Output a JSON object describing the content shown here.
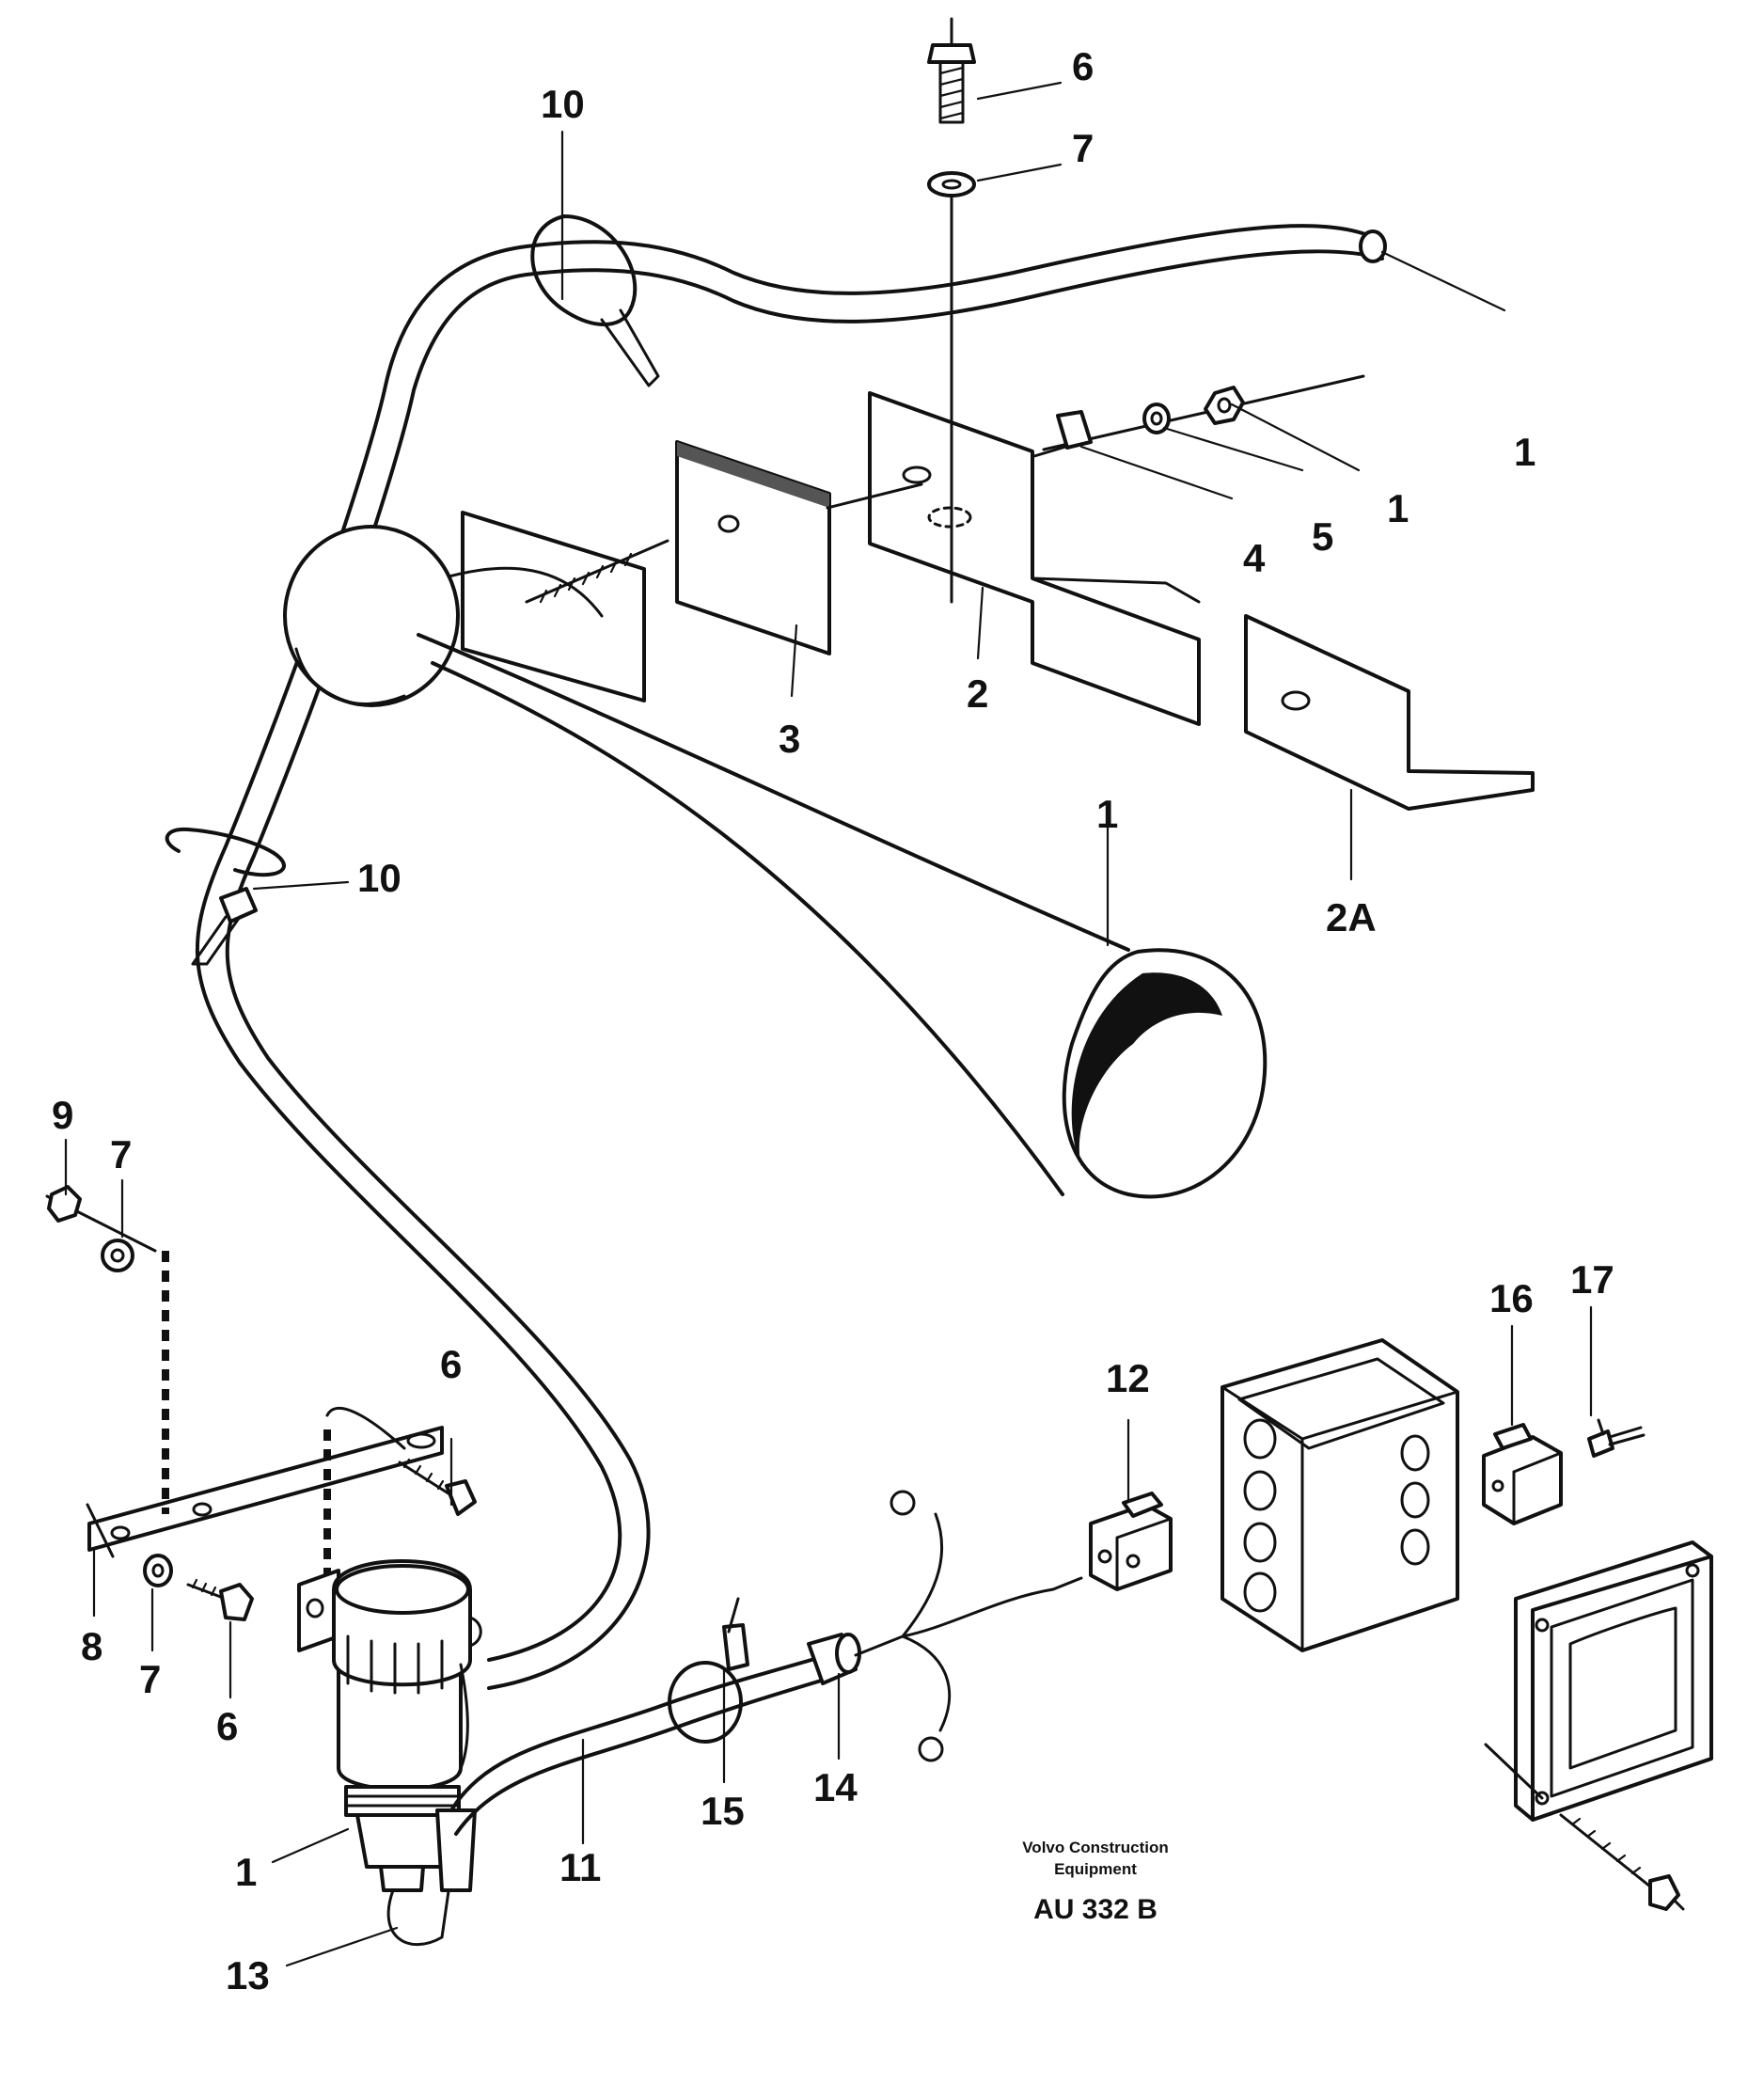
{
  "diagram": {
    "callouts": [
      "1",
      "2",
      "2A",
      "3",
      "4",
      "5",
      "6",
      "7",
      "8",
      "9",
      "10",
      "11",
      "12",
      "13",
      "14",
      "15",
      "16",
      "17"
    ],
    "caption_line1": "Volvo Construction",
    "caption_line2": "Equipment",
    "code": "AU 332 B"
  }
}
